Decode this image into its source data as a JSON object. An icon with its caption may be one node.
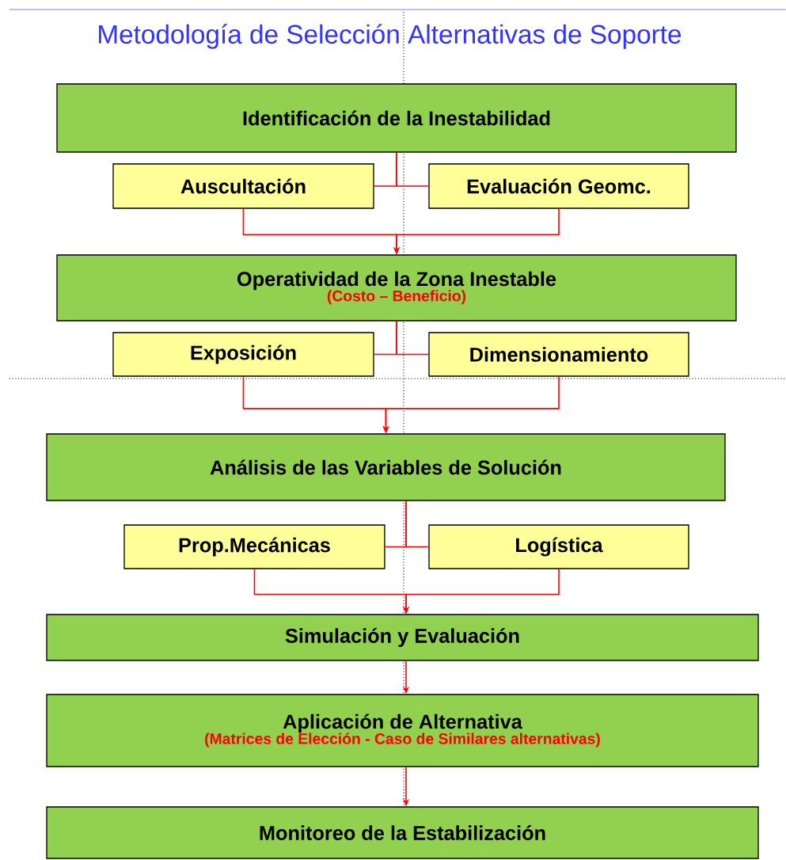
{
  "diagram": {
    "title": "Metodología de Selección Alternativas de Soporte",
    "nodes": [
      {
        "text": [
          "Identificación de la Inestabilidad"
        ]
      },
      {
        "text": [
          "Auscultación"
        ]
      },
      {
        "text": [
          "Evaluación Geomc."
        ]
      },
      {
        "text": [
          "Operatividad de la Zona Inestable",
          "(Costo – Beneficio)"
        ]
      },
      {
        "text": [
          "Exposición"
        ]
      },
      {
        "text": [
          "Dimensionamiento"
        ]
      },
      {
        "text": [
          "Análisis de las Variables de Solución"
        ]
      },
      {
        "text": [
          "Prop.Mecánicas"
        ]
      },
      {
        "text": [
          "Logística"
        ]
      },
      {
        "text": [
          "Simulación y Evaluación"
        ]
      },
      {
        "text": [
          "Aplicación de Alternativa",
          "(Matrices de Elección - Caso de Similares alternativas)"
        ]
      },
      {
        "text": [
          "Monitoreo de la Estabilización"
        ]
      }
    ],
    "edges": [
      {
        "from": 0,
        "to": 1,
        "arrow": "none"
      },
      {
        "from": 0,
        "to": 2,
        "arrow": "none"
      },
      {
        "from": 1,
        "to": 3,
        "arrow": "to"
      },
      {
        "from": 2,
        "to": 3,
        "arrow": "to"
      },
      {
        "from": 3,
        "to": 4,
        "arrow": "none"
      },
      {
        "from": 3,
        "to": 5,
        "arrow": "none"
      },
      {
        "from": 4,
        "to": 6,
        "arrow": "to"
      },
      {
        "from": 5,
        "to": 6,
        "arrow": "to"
      },
      {
        "from": 6,
        "to": 7,
        "arrow": "none"
      },
      {
        "from": 6,
        "to": 8,
        "arrow": "none"
      },
      {
        "from": 7,
        "to": 9,
        "arrow": "to"
      },
      {
        "from": 8,
        "to": 9,
        "arrow": "to"
      },
      {
        "from": 9,
        "to": 10,
        "arrow": "to"
      },
      {
        "from": 10,
        "to": 11,
        "arrow": "to"
      }
    ]
  }
}
